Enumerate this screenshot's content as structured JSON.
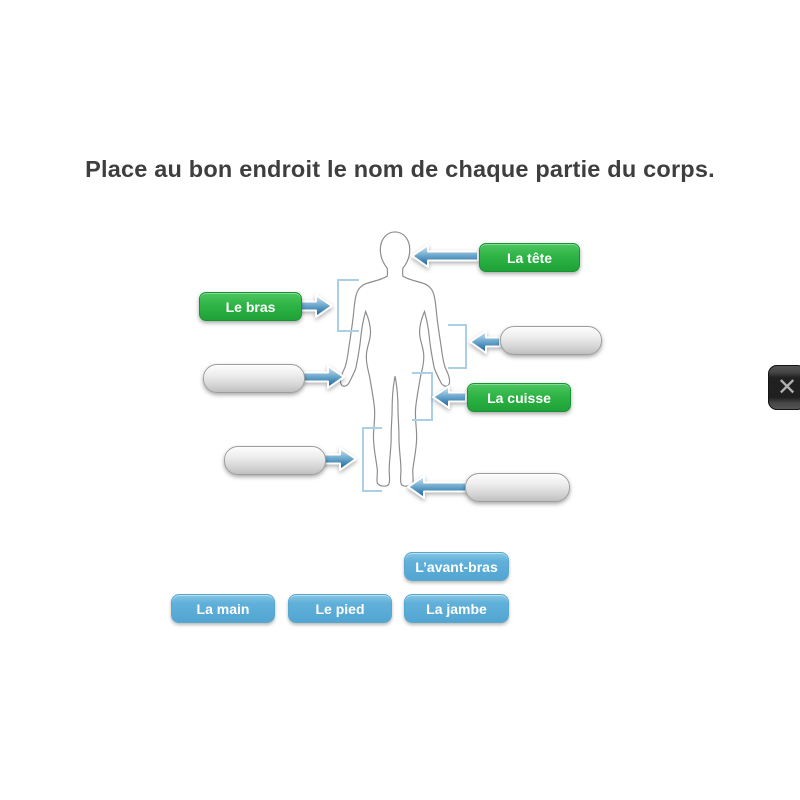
{
  "title": "Place au bon endroit le nom de chaque partie du corps.",
  "placed_labels": [
    "La tête",
    "Le bras",
    "La cuisse"
  ],
  "bank_labels": [
    "L’avant-bras",
    "La main",
    "Le pied",
    "La jambe"
  ],
  "icons": {
    "close": "✕"
  },
  "colors": {
    "placed_label_green": "#2bb044",
    "bank_label_blue": "#5babd7",
    "arrow_blue": "#0f5a90",
    "bracket_blue": "#abd0e6",
    "empty_slot_gray": "#d6d6d6",
    "title_text": "#3e3e3e",
    "close_button_bg": "#242424"
  }
}
